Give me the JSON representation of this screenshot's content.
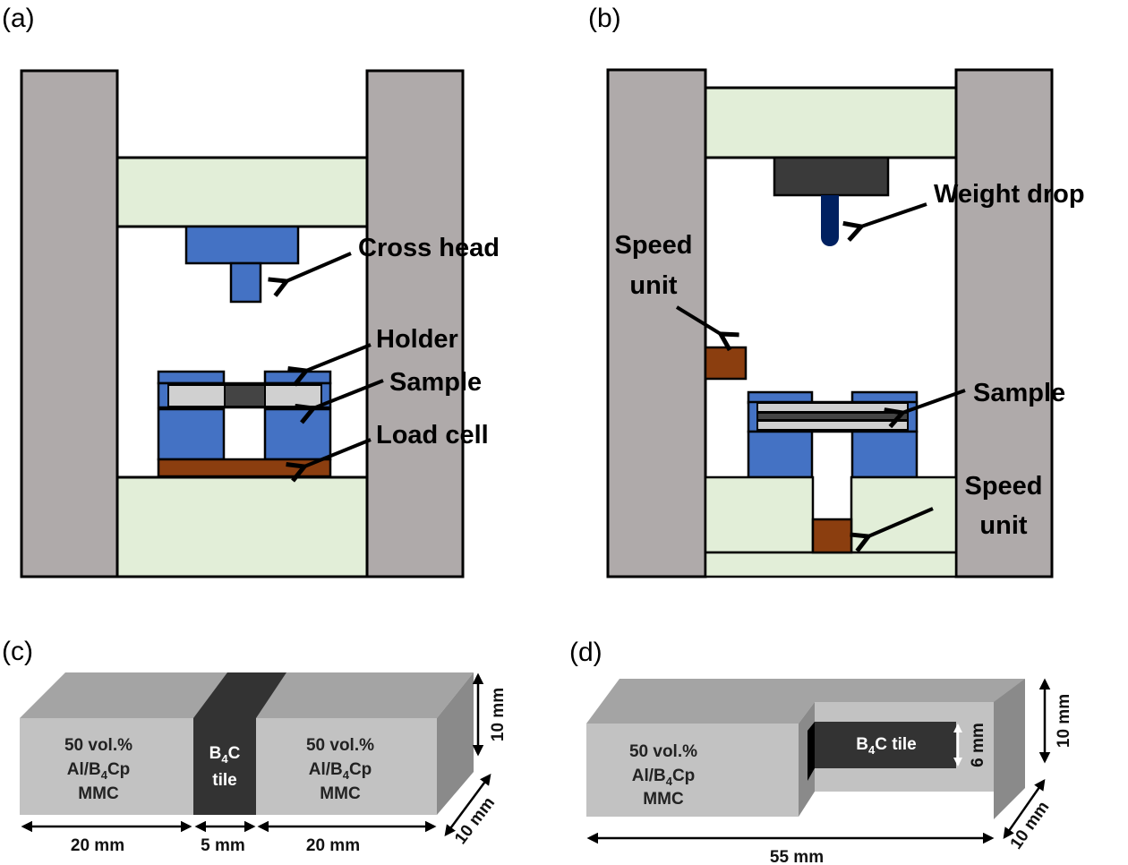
{
  "colors": {
    "frame": "#afaaaa",
    "plate": "#e2eed8",
    "blue": "#4472c4",
    "brown": "#8b3e0f",
    "sample_light": "#d0d0d0",
    "tile_dark": "#3a3a3a",
    "drop_head": "#3a3a3a",
    "drop_pin": "#002060",
    "block_front": "#c2c2c2",
    "block_top": "#a4a4a4",
    "block_side": "#8a8a8a"
  },
  "panels": {
    "a": {
      "label": "(a)",
      "annotations": {
        "cross_head": "Cross head",
        "holder": "Holder",
        "sample": "Sample",
        "load_cell": "Load cell"
      }
    },
    "b": {
      "label": "(b)",
      "annotations": {
        "weight_drop": "Weight drop",
        "speed_unit_top_line1": "Speed",
        "speed_unit_top_line2": "unit",
        "sample": "Sample",
        "speed_unit_bottom_line1": "Speed",
        "speed_unit_bottom_line2": "unit"
      }
    },
    "c": {
      "label": "(c)",
      "left_block": {
        "line1": "50 vol.%",
        "line2_pre": "Al/B",
        "line2_sub": "4",
        "line2_post": "Cp",
        "line3": "MMC"
      },
      "tile": {
        "line1_pre": "B",
        "line1_sub": "4",
        "line1_post": "C",
        "line2": "tile"
      },
      "right_block": {
        "line1": "50 vol.%",
        "line2_pre": "Al/B",
        "line2_sub": "4",
        "line2_post": "Cp",
        "line3": "MMC"
      },
      "dimensions": {
        "left": "20 mm",
        "middle": "5 mm",
        "right": "20 mm",
        "height": "10 mm",
        "depth": "10 mm"
      }
    },
    "d": {
      "label": "(d)",
      "block": {
        "line1": "50 vol.%",
        "line2_pre": "Al/B",
        "line2_sub": "4",
        "line2_post": "Cp",
        "line3": "MMC"
      },
      "tile": {
        "pre": "B",
        "sub": "4",
        "post": "C tile"
      },
      "dimensions": {
        "length": "55 mm",
        "tile_height": "6 mm",
        "height": "10 mm",
        "depth": "10 mm"
      }
    }
  }
}
